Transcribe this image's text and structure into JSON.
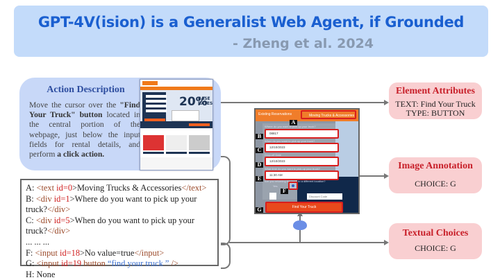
{
  "banner": {
    "title": "GPT-4V(ision) is a Generalist Web Agent, if Grounded",
    "subtitle": "- Zheng et al. 2024"
  },
  "action_description": {
    "heading": "Action Description",
    "text_1": "Move the cursor over the ",
    "text_bold_1": "\"Find Your Truck\" button",
    "text_2": " located in the central portion of the webpage, just below the input fields for rental details, and perform ",
    "text_bold_2": "a click action."
  },
  "thumbnail": {
    "promo_number": "20%",
    "promo_text": "BASE RATES"
  },
  "choices": {
    "A": {
      "prefix": "A: ",
      "open_tag": "<text ",
      "attr": "id=",
      "id": "0",
      "close": ">",
      "content": "Moving Trucks & Accessories",
      "end_tag": "</text>"
    },
    "B": {
      "prefix": "B: ",
      "open_tag": "<div ",
      "attr": "id=",
      "id": "1",
      "close": ">",
      "content": "Where do you want to pick up your",
      "content_2": "truck?",
      "end_tag": "</div>"
    },
    "C": {
      "prefix": "C: ",
      "open_tag": "<div ",
      "attr": "id=",
      "id": "5",
      "close": ">",
      "content": "When do you want to pick up your",
      "content_2": "truck?",
      "end_tag": "</div>"
    },
    "ellipsis": "... ... ...",
    "F": {
      "prefix": "F: ",
      "open_tag": "<input ",
      "attr": "id=",
      "id": "18",
      "close": ">",
      "content": "No value=true",
      "end_tag": "</input>"
    },
    "G": {
      "prefix": "G: ",
      "open_tag": "<input ",
      "attr": "id=",
      "id": "19",
      "middle": " button ",
      "string": "“find your truck ”",
      "end_tag": " />"
    },
    "H": {
      "text": "H: None"
    }
  },
  "webpage": {
    "tab_1": "Existing Reservations",
    "tab_2": "Moving Trucks & Accessories",
    "field_labels": [
      "Where do you want to pick up your truck?",
      "When do you want to pick up your truck?",
      "Drop-off Date",
      "What time do you want to pick up your truck?",
      "Are you returning the truck to a different location?"
    ],
    "field_values": [
      "08817",
      "12/10/2023",
      "12/10/2023",
      "11:30 AM"
    ],
    "radio_yes": "Yes",
    "discount_placeholder": "Discount Code",
    "find_button": "Find Your Truck",
    "labels": [
      "A",
      "B",
      "C",
      "D",
      "E",
      "F",
      "G"
    ]
  },
  "outputs": [
    {
      "heading": "Element Attributes",
      "lines": [
        "TEXT: Find Your Truck",
        "TYPE: BUTTON"
      ]
    },
    {
      "heading": "Image Annotation",
      "lines": [
        "CHOICE: G"
      ]
    },
    {
      "heading": "Textual Choices",
      "lines": [
        "CHOICE: G"
      ]
    }
  ],
  "colors": {
    "banner_bg": "#c3dbfa",
    "title_blue": "#1a5fd0",
    "subtitle_gray": "#8899b0",
    "action_bg": "#c8d8f8",
    "output_bg": "#f9cfd1",
    "output_heading": "#c8202a",
    "highlight_red": "#d81e1e",
    "brand_orange": "#f07d2a"
  }
}
